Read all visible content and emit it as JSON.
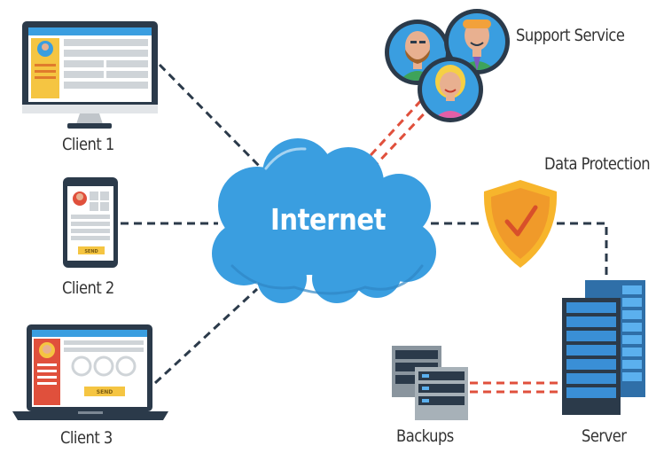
{
  "center": {
    "label": "Internet"
  },
  "clients": [
    {
      "label": "Client 1",
      "device": "desktop-monitor-icon"
    },
    {
      "label": "Client 2",
      "device": "tablet-icon"
    },
    {
      "label": "Client 3",
      "device": "laptop-icon"
    }
  ],
  "support": {
    "label": "Support Service"
  },
  "protection": {
    "label": "Data Protection"
  },
  "server": {
    "label": "Server"
  },
  "backups": {
    "label": "Backups"
  },
  "buttons": {
    "send": "SEND"
  },
  "colors": {
    "cloud": "#3a9ee0",
    "dark_line": "#2b3a4a",
    "red_line": "#e0503c",
    "shield": "#f7b52c",
    "server": "#3a8fd6",
    "accent_yellow": "#f5c542"
  }
}
